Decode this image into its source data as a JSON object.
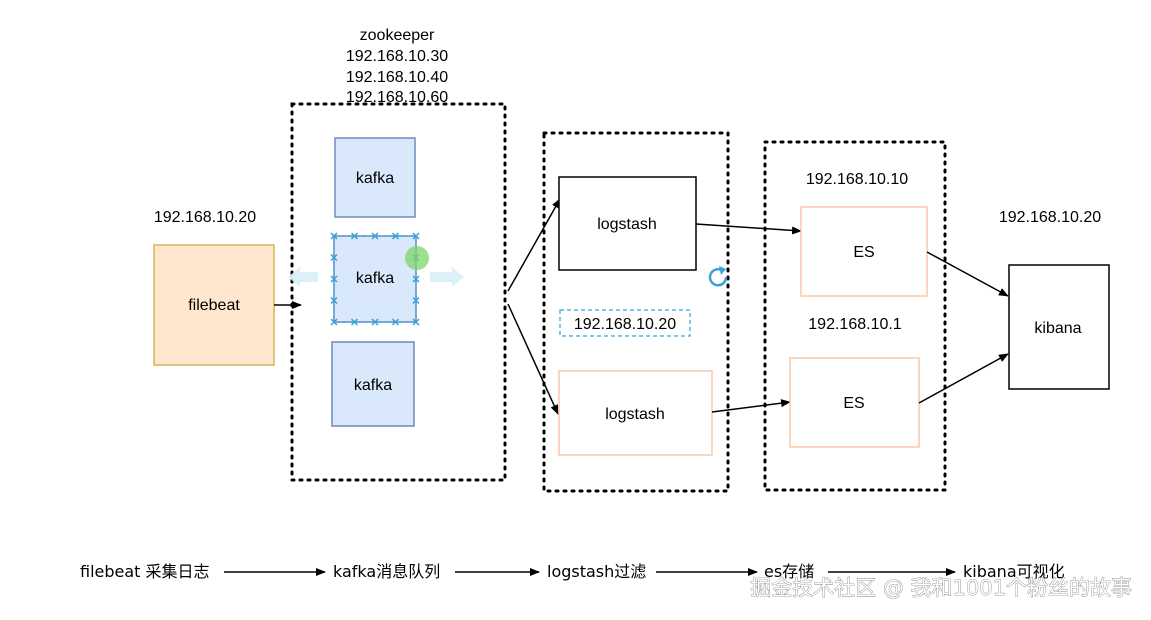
{
  "labels": {
    "zookeeper_title": "zookeeper",
    "zookeeper_ip1": "192.168.10.30",
    "zookeeper_ip2": "192.168.10.40",
    "zookeeper_ip3": "192.168.10.60",
    "filebeat_ip": "192.168.10.20",
    "logstash_ip": "192.168.10.20",
    "es1_ip": "192.168.10.10",
    "es2_ip": "192.168.10.1",
    "kibana_ip": "192.168.10.20"
  },
  "nodes": {
    "filebeat": "filebeat",
    "kafka1": "kafka",
    "kafka2": "kafka",
    "kafka3": "kafka",
    "logstash1": "logstash",
    "logstash2": "logstash",
    "es1": "ES",
    "es2": "ES",
    "kibana": "kibana"
  },
  "flow": {
    "step1": "filebeat 采集日志",
    "step2": "kafka消息队列",
    "step3": "logstash过滤",
    "step4": "es存储",
    "step5": "kibana可视化"
  },
  "watermark": "掘金技术社区 @ 我和1001个粉丝的故事",
  "colors": {
    "filebeat_fill": "#ffe6cc",
    "filebeat_stroke": "#d6b656",
    "kafka_fill": "#dae8fc",
    "kafka_stroke": "#6c8ebf",
    "selection": "#3aa0d8",
    "orange_stroke": "#f8c8a8",
    "green_handle": "#7ed46b"
  }
}
